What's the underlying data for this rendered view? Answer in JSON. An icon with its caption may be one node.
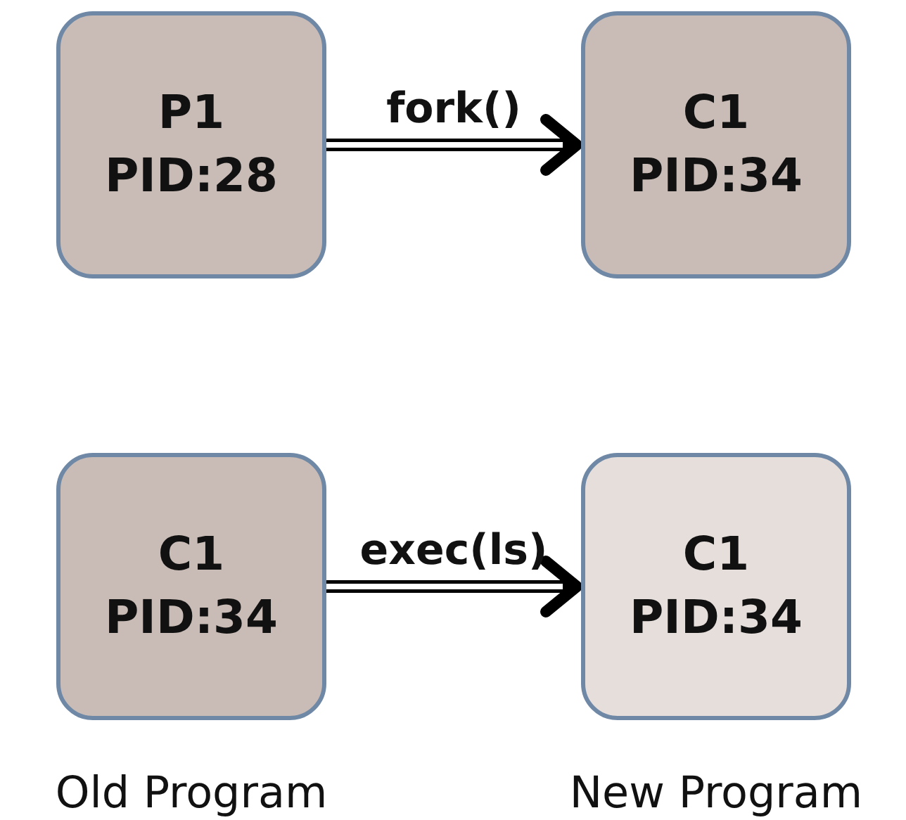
{
  "diagram": {
    "nodes": [
      {
        "text": [
          "P1",
          "PID:28"
        ]
      },
      {
        "text": [
          "C1",
          "PID:34"
        ]
      },
      {
        "text": [
          "C1",
          "PID:34"
        ],
        "beside": [
          "Old Program"
        ]
      },
      {
        "text": [
          "C1",
          "PID:34"
        ],
        "beside": [
          "New Program"
        ]
      }
    ],
    "edges": [
      {
        "from": 0,
        "to": 1,
        "arrow": "to",
        "label": "fork()"
      },
      {
        "from": 2,
        "to": 3,
        "arrow": "to",
        "label": "exec(ls)"
      }
    ]
  }
}
